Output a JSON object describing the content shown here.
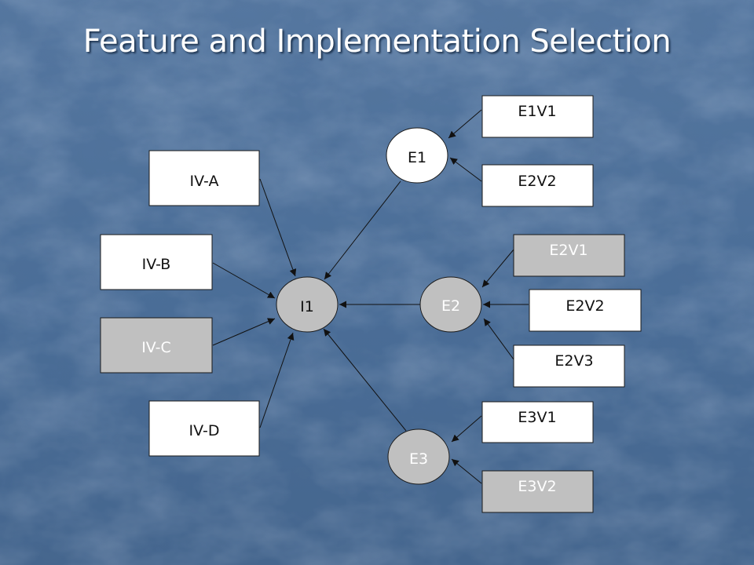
{
  "slide": {
    "title": "Feature and Implementation Selection"
  },
  "colors": {
    "background": "#4f719b",
    "box_white": "#ffffff",
    "box_gray": "#c0c0c0",
    "line": "#111111",
    "title_text": "#ffffff"
  },
  "nodes": [
    {
      "id": "IV-A",
      "label": "IV-A",
      "shape": "rect",
      "fill": "white"
    },
    {
      "id": "IV-B",
      "label": "IV-B",
      "shape": "rect",
      "fill": "white"
    },
    {
      "id": "IV-C",
      "label": "IV-C",
      "shape": "rect",
      "fill": "gray",
      "text": "light"
    },
    {
      "id": "IV-D",
      "label": "IV-D",
      "shape": "rect",
      "fill": "white"
    },
    {
      "id": "I1",
      "label": "I1",
      "shape": "ellipse",
      "fill": "gray"
    },
    {
      "id": "E1",
      "label": "E1",
      "shape": "ellipse",
      "fill": "white"
    },
    {
      "id": "E2",
      "label": "E2",
      "shape": "ellipse",
      "fill": "gray",
      "text": "light"
    },
    {
      "id": "E3",
      "label": "E3",
      "shape": "ellipse",
      "fill": "gray",
      "text": "light"
    },
    {
      "id": "E1V1",
      "label": "E1V1",
      "shape": "rect",
      "fill": "white"
    },
    {
      "id": "E1V2",
      "label": "E2V2",
      "shape": "rect",
      "fill": "white"
    },
    {
      "id": "E2V1",
      "label": "E2V1",
      "shape": "rect",
      "fill": "gray",
      "text": "light"
    },
    {
      "id": "E2V2",
      "label": "E2V2",
      "shape": "rect",
      "fill": "white"
    },
    {
      "id": "E2V3",
      "label": "E2V3",
      "shape": "rect",
      "fill": "white"
    },
    {
      "id": "E3V1",
      "label": "E3V1",
      "shape": "rect",
      "fill": "white"
    },
    {
      "id": "E3V2",
      "label": "E3V2",
      "shape": "rect",
      "fill": "gray",
      "text": "light"
    }
  ],
  "edges": [
    {
      "from": "IV-A",
      "to": "I1"
    },
    {
      "from": "IV-B",
      "to": "I1"
    },
    {
      "from": "IV-C",
      "to": "I1"
    },
    {
      "from": "IV-D",
      "to": "I1"
    },
    {
      "from": "E1",
      "to": "I1"
    },
    {
      "from": "E2",
      "to": "I1"
    },
    {
      "from": "E3",
      "to": "I1"
    },
    {
      "from": "E1V1",
      "to": "E1"
    },
    {
      "from": "E1V2",
      "to": "E1"
    },
    {
      "from": "E2V1",
      "to": "E2"
    },
    {
      "from": "E2V2",
      "to": "E2"
    },
    {
      "from": "E2V3",
      "to": "E2"
    },
    {
      "from": "E3V1",
      "to": "E3"
    },
    {
      "from": "E3V2",
      "to": "E3"
    }
  ]
}
